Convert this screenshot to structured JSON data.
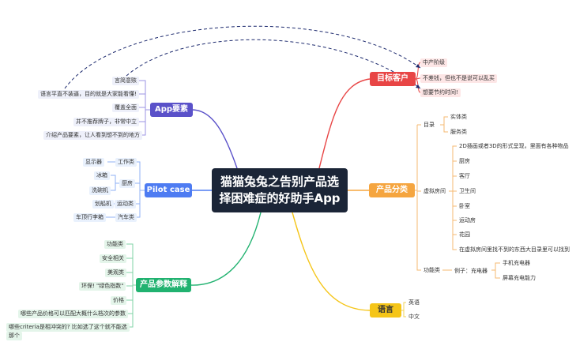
{
  "center": {
    "title": "猫猫兔兔之告别产品选择困难症的好助手App"
  },
  "colors": {
    "red": "#e84545",
    "orange": "#f5a53f",
    "yellow": "#f5c518",
    "green": "#21b270",
    "blue": "#4e7cf2",
    "purple": "#5a51c9",
    "navy": "#1d2a6e"
  },
  "branches": {
    "target": {
      "label": "目标客户",
      "items": [
        "中产阶级",
        "不差钱，但也不是说可以乱买",
        "想要节约时间!"
      ]
    },
    "category": {
      "label": "产品分类",
      "catalog": {
        "label": "目录",
        "items": [
          "实体类",
          "服务类"
        ]
      },
      "virtual": {
        "label": "虚拟房间",
        "items": [
          "2D插画或者3D的形式呈现，里面有各种物品",
          "厨房",
          "客厅",
          "卫生间",
          "卧室",
          "运动房",
          "花园",
          "在虚拟房间里找不到的东西大目录里可以找到"
        ]
      },
      "function": {
        "label": "功能类",
        "example": "例子：充电器",
        "items": [
          "手机充电器",
          "屏幕充电能力"
        ]
      }
    },
    "language": {
      "label": "语言",
      "items": [
        "英语",
        "中文"
      ]
    },
    "params": {
      "label": "产品参数解释",
      "items": [
        "功能类",
        "安全相关",
        "美观类",
        "环保! \"绿色指数\"",
        "价格",
        "哪些产品价格可以匹配大概什么档次的参数",
        "哪些criteria是相冲突的? 比如选了这个就不能选",
        "那个"
      ]
    },
    "pilot": {
      "label": "Pilot case",
      "groups": [
        {
          "label": "工作类",
          "items": [
            "显示器"
          ]
        },
        {
          "label": "厨房",
          "items": [
            "冰箱",
            "洗碗机"
          ]
        },
        {
          "label": "运动类",
          "items": [
            "划船机"
          ]
        },
        {
          "label": "汽车类",
          "items": [
            "车顶行李箱"
          ]
        }
      ]
    },
    "app": {
      "label": "App要素",
      "items": [
        "言简意赅",
        "语言平直不装逼，目的就是大家能看懂!",
        "覆盖全面",
        "并不推荐牌子，非常中立",
        "介绍产品要素，让人看到想不到的地方"
      ]
    }
  }
}
